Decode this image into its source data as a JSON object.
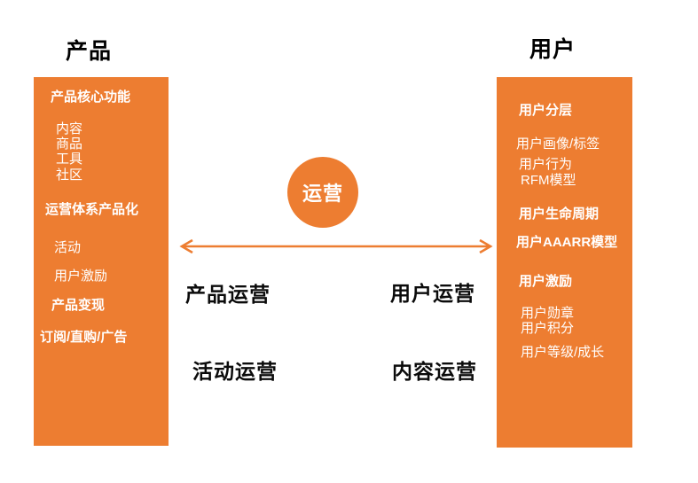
{
  "colors": {
    "orange": "#ED7D31",
    "text": "#000000",
    "panel_text": "#FFFFFF",
    "background": "#FFFFFF"
  },
  "product_section": {
    "title": "产品",
    "panel_items": [
      "产品核心功能",
      "内容",
      "商品",
      "工具",
      "社区",
      "运营体系产品化",
      "活动",
      "用户激励",
      "产品变现",
      "订阅/直购/广告"
    ]
  },
  "user_section": {
    "title": "用户",
    "panel_items": [
      "用户分层",
      "用户画像/标签",
      "用户行为",
      "RFM模型",
      "用户生命周期",
      "用户AAARR模型",
      "用户激励",
      "用户勋章",
      "用户积分",
      "用户等级/成长"
    ]
  },
  "center": {
    "circle_label": "运营"
  },
  "operation_labels": {
    "top_left": "产品运营",
    "top_right": "用户运营",
    "bottom_left": "活动运营",
    "bottom_right": "内容运营"
  }
}
